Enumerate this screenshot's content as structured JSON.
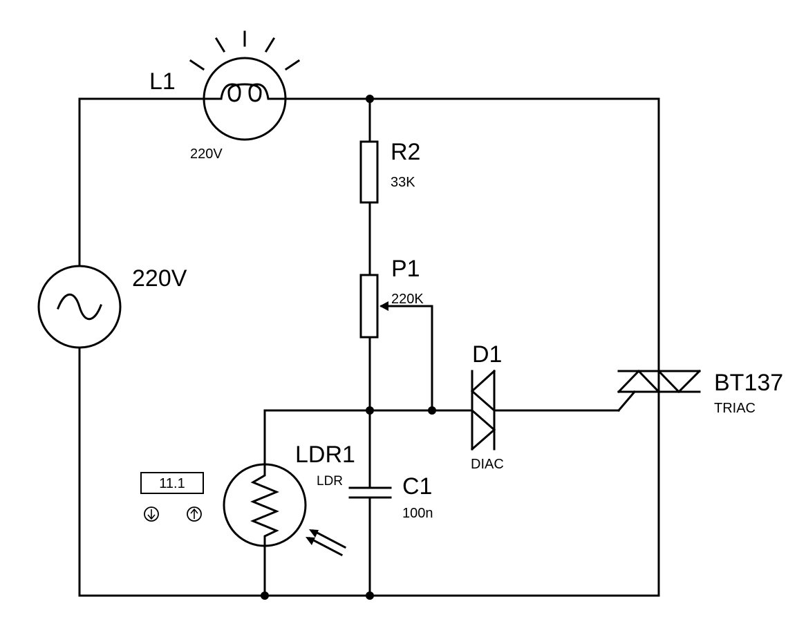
{
  "components": {
    "lamp": {
      "ref": "L1",
      "value": "220V"
    },
    "source": {
      "value": "220V"
    },
    "r2": {
      "ref": "R2",
      "value": "33K"
    },
    "p1": {
      "ref": "P1",
      "value": "220K"
    },
    "d1": {
      "ref": "D1",
      "type": "DIAC"
    },
    "triac": {
      "ref": "BT137",
      "type": "TRIAC"
    },
    "ldr": {
      "ref": "LDR1",
      "type": "LDR"
    },
    "c1": {
      "ref": "C1",
      "value": "100n"
    }
  },
  "ldr_control": {
    "value": "11.1",
    "down_icon": "arrow-down-circle",
    "up_icon": "arrow-up-circle"
  }
}
